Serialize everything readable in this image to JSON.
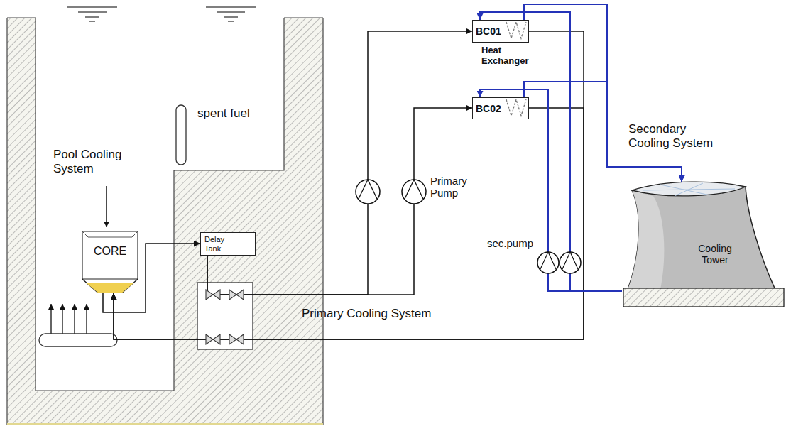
{
  "diagram": {
    "nodes": [
      {
        "text": [
          "CORE"
        ]
      },
      {
        "text": [
          "Delay Tank"
        ]
      },
      {
        "text": [
          "BC01",
          "Heat Exchanger"
        ]
      },
      {
        "text": [
          "BC02"
        ]
      },
      {
        "text": [
          "Cooling Tower"
        ]
      }
    ],
    "edges": [
      {
        "from": 0,
        "to": 1,
        "arrow": "to"
      },
      {
        "from": 1,
        "to": 2,
        "arrow": "to"
      },
      {
        "from": 1,
        "to": 3,
        "arrow": "to"
      },
      {
        "from": 2,
        "to": 0,
        "arrow": "to"
      },
      {
        "from": 3,
        "to": 0,
        "arrow": "to"
      },
      {
        "from": 2,
        "to": 4,
        "arrow": "to"
      },
      {
        "from": 3,
        "to": 4,
        "arrow": "to"
      },
      {
        "from": 4,
        "to": 2,
        "arrow": "to"
      },
      {
        "from": 4,
        "to": 3,
        "arrow": "to"
      }
    ],
    "labels": [
      "Pool Cooling System",
      "spent fuel",
      "Primary Pump",
      "sec.pump",
      "Primary Cooling System",
      "Secondary Cooling System"
    ]
  }
}
